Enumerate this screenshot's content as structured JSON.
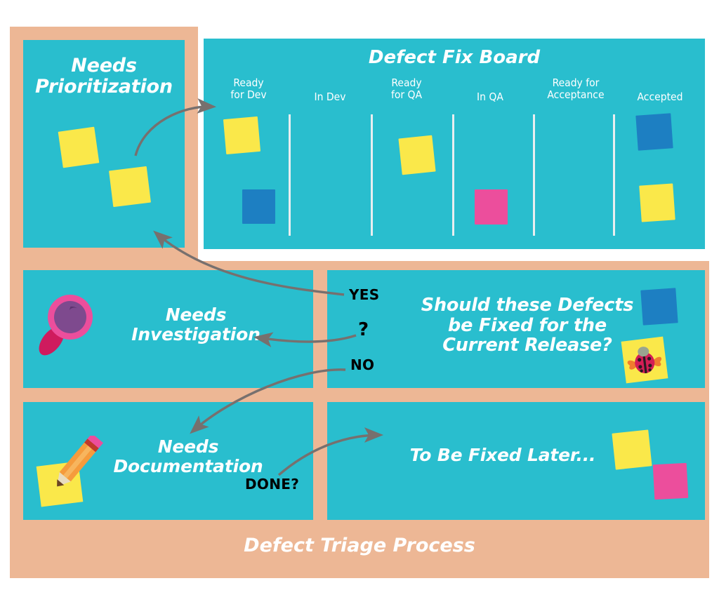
{
  "footer": {
    "title": "Defect Triage Process"
  },
  "colors": {
    "peach": "#edb795",
    "teal": "#29bece",
    "card_yellow": "#fae84a",
    "card_blue": "#1d7fc2",
    "card_pink": "#ec4e9c",
    "arrow_gray": "#77706e",
    "white": "#ffffff",
    "text_black": "#000000"
  },
  "panels": {
    "prioritization": {
      "title": "Needs\nPrioritization"
    },
    "investigation": {
      "title": "Needs\nInvestigation",
      "icon": "magnifying-glass-icon"
    },
    "decision": {
      "title": "Should these Defects\nbe Fixed for the\nCurrent Release?",
      "icon": "ladybug-sticky-note-icon"
    },
    "documentation": {
      "title": "Needs\nDocumentation",
      "icon": "pencil-sticky-note-icon"
    },
    "later": {
      "title": "To Be Fixed Later..."
    }
  },
  "board": {
    "heading": "Defect Fix Board",
    "columns": [
      {
        "label": "Ready\nfor Dev",
        "cards": [
          "yellow",
          "blue"
        ]
      },
      {
        "label": "In Dev",
        "cards": []
      },
      {
        "label": "Ready\nfor QA",
        "cards": [
          "yellow"
        ]
      },
      {
        "label": "In QA",
        "cards": [
          "pink"
        ]
      },
      {
        "label": "Ready for\nAcceptance",
        "cards": []
      },
      {
        "label": "Accepted",
        "cards": [
          "blue",
          "yellow"
        ]
      }
    ]
  },
  "arrow_labels": {
    "yes": "YES",
    "question": "?",
    "no": "NO",
    "done": "DONE?"
  }
}
